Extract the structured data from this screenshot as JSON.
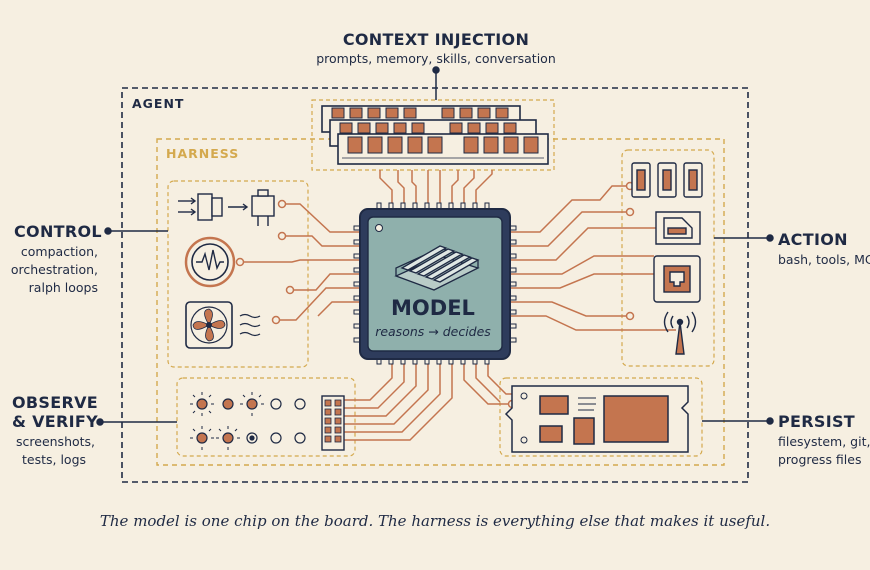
{
  "context": {
    "title": "CONTEXT INJECTION",
    "subtitle": "prompts, memory, skills, conversation"
  },
  "agent": {
    "label": "AGENT"
  },
  "harness": {
    "label": "HARNESS"
  },
  "model": {
    "title": "MODEL",
    "subtitle": "reasons → decides"
  },
  "control": {
    "title": "CONTROL",
    "lines": [
      "compaction,",
      "orchestration,",
      "ralph loops"
    ]
  },
  "observe": {
    "title_lines": [
      "OBSERVE",
      "& VERIFY"
    ],
    "lines": [
      "screenshots,",
      "tests, logs"
    ]
  },
  "action": {
    "title": "ACTION",
    "subtitle": "bash, tools, MCP"
  },
  "persist": {
    "title": "PERSIST",
    "lines": [
      "filesystem, git,",
      "progress files"
    ]
  },
  "caption": "The model is one chip on the board. The harness is everything else that makes it useful.",
  "colors": {
    "navy": "#1f2a44",
    "copper": "#c4754f",
    "gold": "#d4a94e",
    "chip": "#8fb0ac",
    "board": "#f6efe1"
  }
}
